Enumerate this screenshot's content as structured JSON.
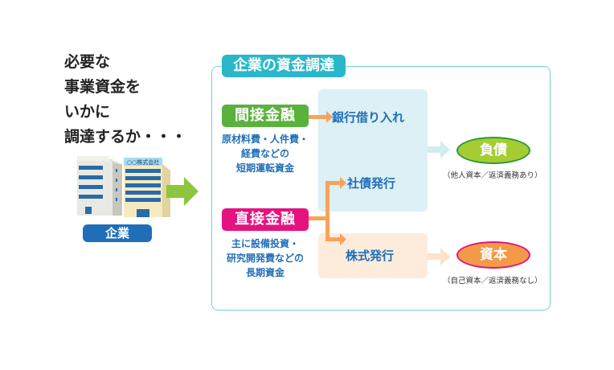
{
  "headline": {
    "lines": [
      "必要な",
      "事業資金を",
      "いかに",
      "調達するか・・・"
    ]
  },
  "company": {
    "sign": "○○株式会社",
    "label": "企業"
  },
  "frame": {
    "title": "企業の資金調達"
  },
  "indirect": {
    "label": "間接金融",
    "desc": [
      "原材料費・人件費・",
      "経費などの",
      "短期運転資金"
    ]
  },
  "direct": {
    "label": "直接金融",
    "desc": [
      "主に設備投資・",
      "研究開発費などの",
      "長期資金"
    ]
  },
  "methods": {
    "bank_loan": "銀行借り入れ",
    "bond": "社債発行",
    "stock": "株式発行"
  },
  "outcomes": {
    "liability": {
      "label": "負債",
      "note": "（他人資本／返済義務あり）"
    },
    "equity": {
      "label": "資本",
      "note": "（自己資本／返済義務なし）"
    }
  },
  "colors": {
    "frame_teal": "#29b7c9",
    "indirect_green": "#5ab23c",
    "direct_magenta": "#e4137f",
    "text_blue": "#1f6fb8",
    "arrow_orange": "#f7a35c",
    "big_arrow_green": "#8cc63f"
  }
}
